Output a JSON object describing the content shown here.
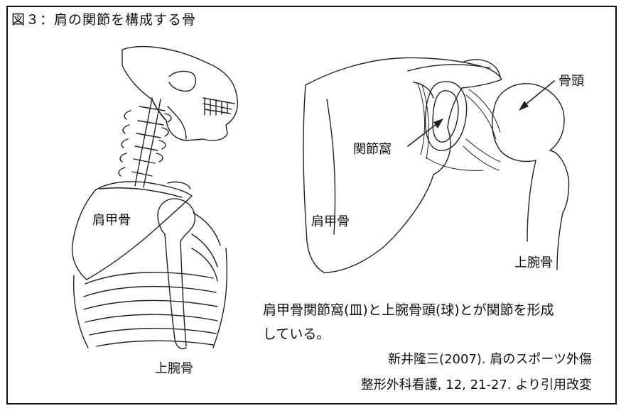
{
  "title": "図３：肩の関節を構成する骨",
  "left_figure": {
    "scapula_label": "肩甲骨",
    "humerus_label": "上腕骨"
  },
  "right_figure": {
    "head_label": "骨頭",
    "fossa_label": "関節窩",
    "scapula_label": "肩甲骨",
    "humerus_label": "上腕骨"
  },
  "caption": {
    "line1": "肩甲骨関節窩(皿)と上腕骨頭(球)とが関節を形成",
    "line2": "している。"
  },
  "source": {
    "line1": "新井隆三(2007). 肩のスポーツ外傷",
    "line2": "整形外科看護, 12, 21-27. より引用改変"
  }
}
